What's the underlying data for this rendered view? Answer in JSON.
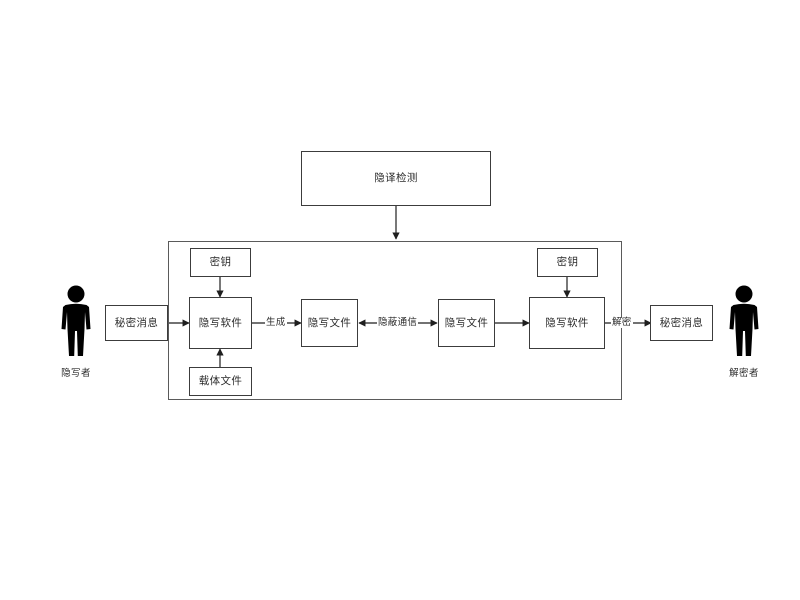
{
  "diagram": {
    "title_box": {
      "label": "隐译检测"
    },
    "container": {
      "name": "steganography-system-boundary"
    },
    "actors": [
      {
        "id": "sender",
        "label": "隐写者"
      },
      {
        "id": "receiver",
        "label": "解密者"
      }
    ],
    "nodes": [
      {
        "id": "secret-message-left",
        "label": "秘密消息"
      },
      {
        "id": "key-left",
        "label": "密钥"
      },
      {
        "id": "stego-software-left",
        "label": "隐写软件"
      },
      {
        "id": "carrier-file",
        "label": "载体文件"
      },
      {
        "id": "stego-file-left",
        "label": "隐写文件"
      },
      {
        "id": "stego-file-right",
        "label": "隐写文件"
      },
      {
        "id": "key-right",
        "label": "密钥"
      },
      {
        "id": "stego-software-right",
        "label": "隐写软件"
      },
      {
        "id": "secret-message-right",
        "label": "秘密消息"
      }
    ],
    "edge_labels": [
      {
        "id": "generate",
        "label": "生成"
      },
      {
        "id": "covert-communication",
        "label": "隐蔽通信"
      },
      {
        "id": "decrypt",
        "label": "解密"
      }
    ],
    "colors": {
      "stroke": "#3c3c3c",
      "container_stroke": "#5a5a5a",
      "text": "#2b2b2b",
      "background": "#ffffff",
      "actor_fill": "#000000"
    }
  }
}
